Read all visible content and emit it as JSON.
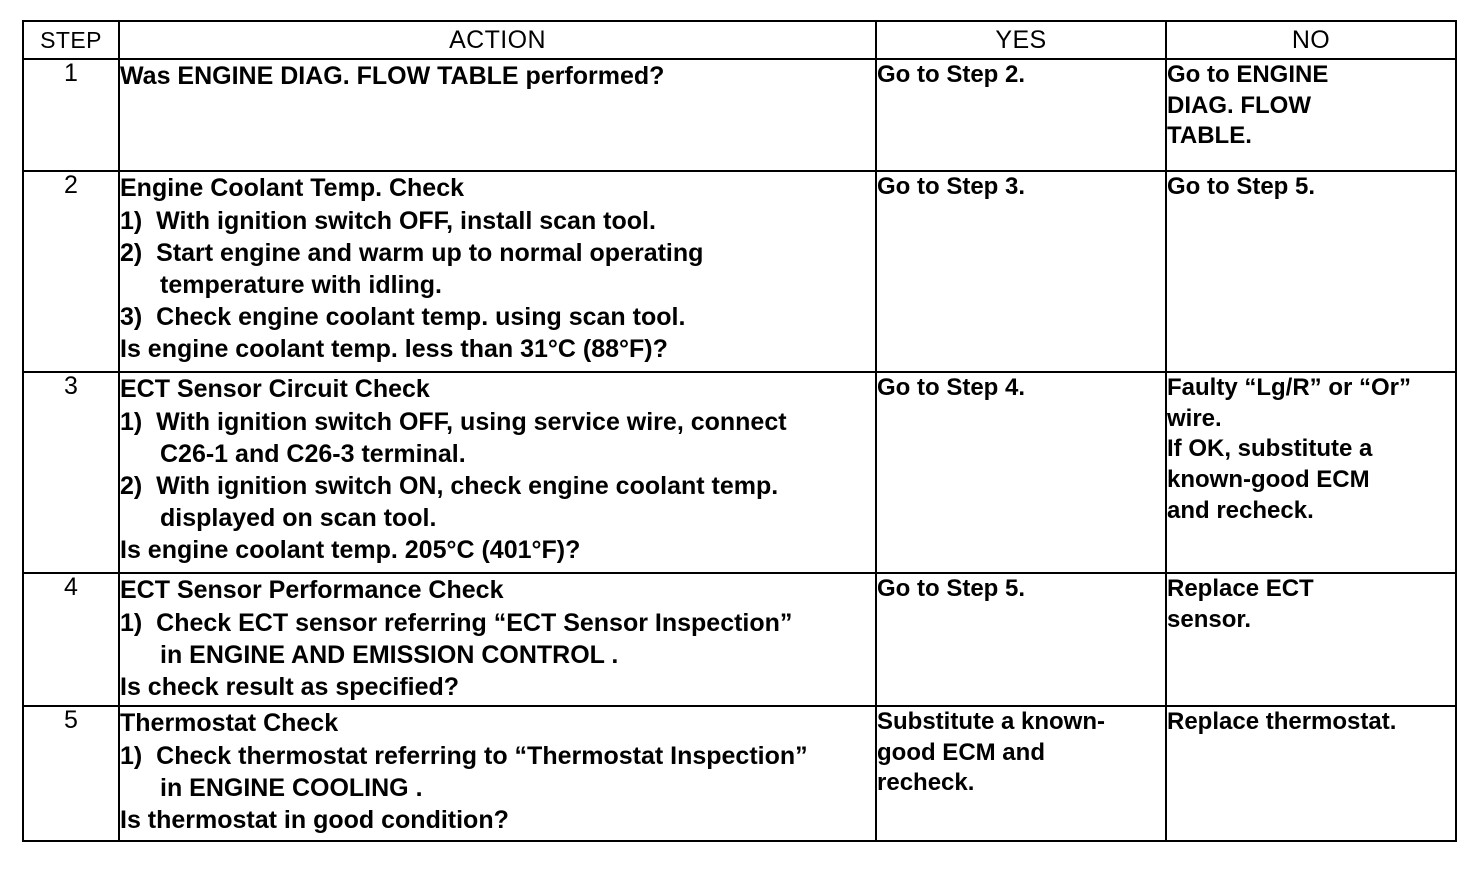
{
  "table": {
    "headers": {
      "step": "STEP",
      "action": "ACTION",
      "yes": "YES",
      "no": "NO"
    },
    "rows": [
      {
        "step": "1",
        "action": {
          "title": "Was ENGINE DIAG. FLOW TABLE performed?",
          "items": [],
          "question": ""
        },
        "yes": [
          "Go to Step 2."
        ],
        "no": [
          "Go to ENGINE",
          "DIAG. FLOW",
          "TABLE."
        ]
      },
      {
        "step": "2",
        "action": {
          "title": "Engine Coolant Temp. Check",
          "items": [
            {
              "num": "1)",
              "lines": [
                "With ignition switch OFF, install scan tool."
              ]
            },
            {
              "num": "2)",
              "lines": [
                "Start engine and warm up to normal operating",
                "temperature with idling."
              ]
            },
            {
              "num": "3)",
              "lines": [
                "Check engine coolant temp. using scan tool."
              ]
            }
          ],
          "question": "Is engine coolant temp. less than 31°C (88°F)?"
        },
        "yes": [
          "Go to Step 3."
        ],
        "no": [
          "Go to Step 5."
        ]
      },
      {
        "step": "3",
        "action": {
          "title": "ECT Sensor Circuit Check",
          "items": [
            {
              "num": "1)",
              "lines": [
                "With ignition switch OFF, using service wire, connect",
                "C26-1 and C26-3 terminal."
              ]
            },
            {
              "num": "2)",
              "lines": [
                "With ignition switch ON, check engine coolant temp.",
                "displayed on scan tool."
              ]
            }
          ],
          "question": "Is engine coolant temp. 205°C (401°F)?"
        },
        "yes": [
          "Go to Step 4."
        ],
        "no": [
          "Faulty “Lg/R” or “Or”",
          "wire.",
          "If OK, substitute a",
          "known-good ECM",
          "and recheck."
        ]
      },
      {
        "step": "4",
        "action": {
          "title": "ECT Sensor Performance Check",
          "items": [
            {
              "num": "1)",
              "lines": [
                "Check ECT sensor referring “ECT Sensor Inspection”",
                "in ENGINE AND EMISSION CONTROL ."
              ]
            }
          ],
          "question": "Is check result as specified?"
        },
        "yes": [
          "Go to Step 5."
        ],
        "no": [
          "Replace ECT",
          "sensor."
        ]
      },
      {
        "step": "5",
        "action": {
          "title": "Thermostat Check",
          "items": [
            {
              "num": "1)",
              "lines": [
                "Check thermostat referring to “Thermostat Inspection”",
                "in ENGINE COOLING ."
              ]
            }
          ],
          "question": "Is thermostat in good condition?"
        },
        "yes": [
          "Substitute a known-",
          "good ECM and",
          "recheck."
        ],
        "no": [
          "Replace thermostat."
        ]
      }
    ]
  },
  "colors": {
    "border": "#000000",
    "text": "#000000",
    "background": "#ffffff"
  }
}
